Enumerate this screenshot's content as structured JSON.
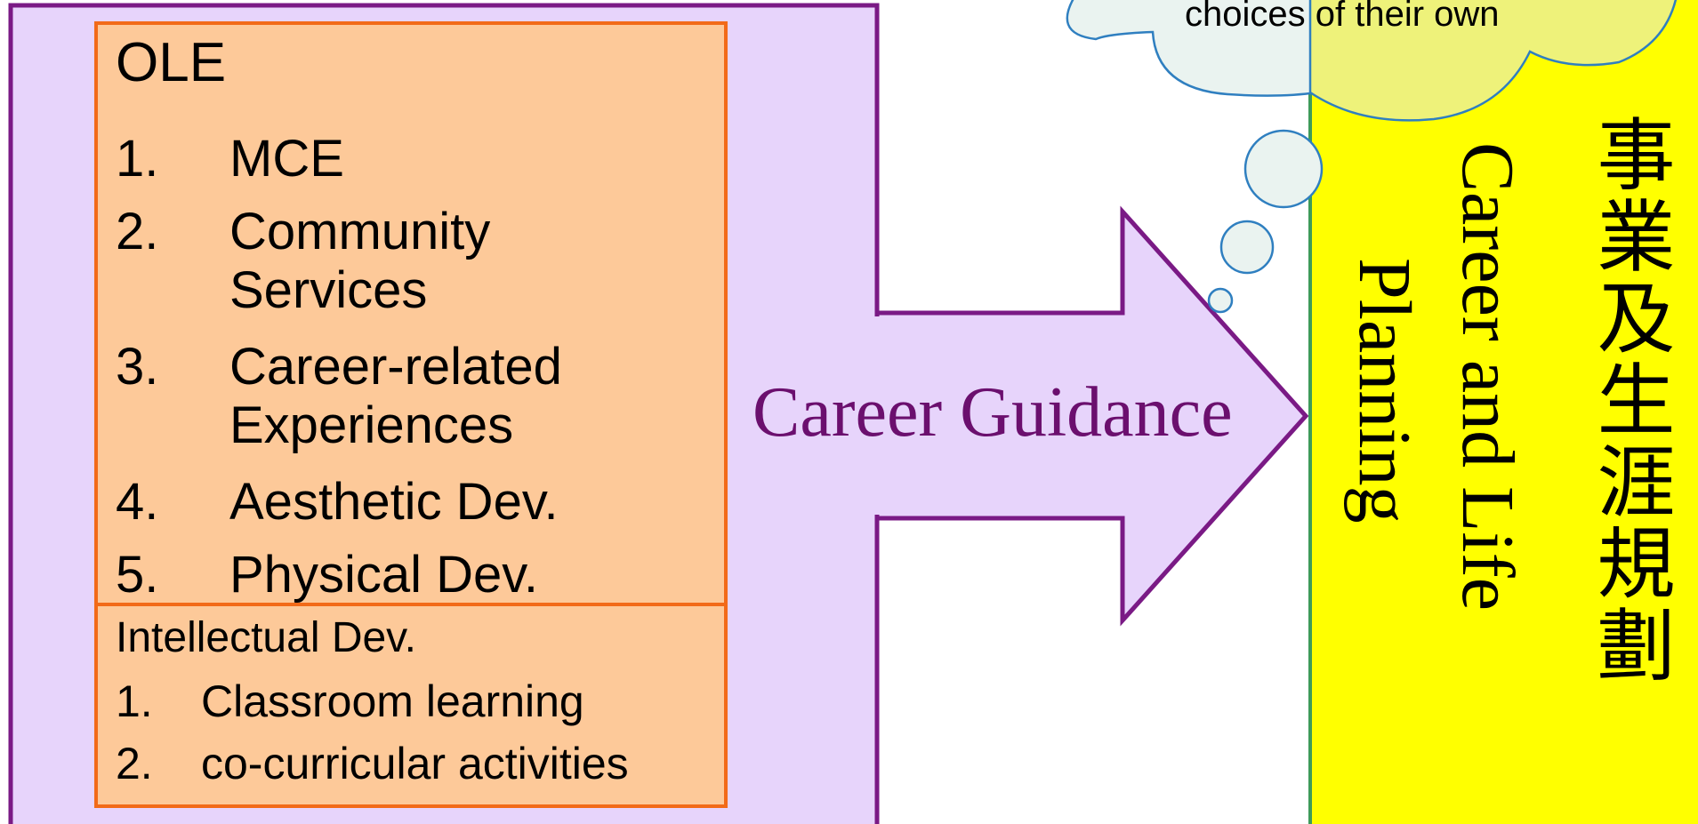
{
  "ole": {
    "title": "OLE",
    "items": [
      {
        "num": "1.",
        "text": "MCE"
      },
      {
        "num": "2.",
        "text": "Community",
        "text2": "Services"
      },
      {
        "num": "3.",
        "text": "Career-related",
        "text2": "Experiences"
      },
      {
        "num": "4.",
        "text": "Aesthetic Dev."
      },
      {
        "num": "5.",
        "text": "Physical Dev."
      }
    ]
  },
  "intellectual": {
    "title": "Intellectual Dev.",
    "items": [
      {
        "num": "1.",
        "text": "Classroom learning"
      },
      {
        "num": "2.",
        "text": "co-curricular activities"
      }
    ]
  },
  "arrow_label": "Career Guidance",
  "thought_cloud": {
    "text": "choices of their own"
  },
  "right_panel": {
    "title_en_line1": "Career and Life",
    "title_en_line2": "Planning",
    "title_zh": "事業及生涯規劃"
  },
  "colors": {
    "outer_fill": "#e7d4fb",
    "outer_border": "#7a1a85",
    "ole_fill": "#fdc999",
    "ole_border": "#f26a18",
    "guidance_text": "#6b0f6e",
    "panel_fill": "#ffff00",
    "panel_border": "#3e9a5a",
    "cloud_fill": "#eaf3f0",
    "cloud_fill_over_panel": "#eef27a",
    "cloud_stroke": "#2f7fc0"
  }
}
